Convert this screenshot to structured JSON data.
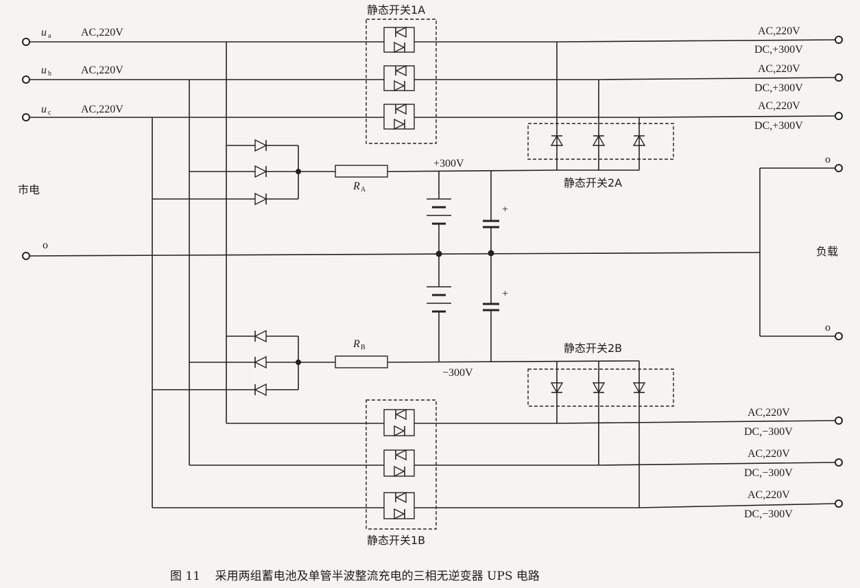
{
  "inputs": {
    "ua": {
      "symbol": "u",
      "sub": "a",
      "label": "AC,220V"
    },
    "ub": {
      "symbol": "u",
      "sub": "b",
      "label": "AC,220V"
    },
    "uc": {
      "symbol": "u",
      "sub": "c",
      "label": "AC,220V"
    },
    "mains_label": "市电",
    "neutral_label": "o"
  },
  "switches": {
    "s1a": "静态开关1A",
    "s1b": "静态开关1B",
    "s2a": "静态开关2A",
    "s2b": "静态开关2B"
  },
  "resistors": {
    "ra": {
      "symbol": "R",
      "sub": "A"
    },
    "rb": {
      "symbol": "R",
      "sub": "B"
    }
  },
  "rails": {
    "pos": "+300V",
    "neg": "−300V"
  },
  "capacitor_polarity": "+",
  "outputs_top": [
    {
      "ac": "AC,220V",
      "dc": "DC,+300V"
    },
    {
      "ac": "AC,220V",
      "dc": "DC,+300V"
    },
    {
      "ac": "AC,220V",
      "dc": "DC,+300V"
    }
  ],
  "outputs_bottom": [
    {
      "ac": "AC,220V",
      "dc": "DC,−300V"
    },
    {
      "ac": "AC,220V",
      "dc": "DC,−300V"
    },
    {
      "ac": "AC,220V",
      "dc": "DC,−300V"
    }
  ],
  "load": {
    "label": "负载",
    "top_terminal": "o",
    "bottom_terminal": "o"
  },
  "caption": "图 11    采用两组蓄电池及单管半波整流充电的三相无逆变器 UPS 电路"
}
